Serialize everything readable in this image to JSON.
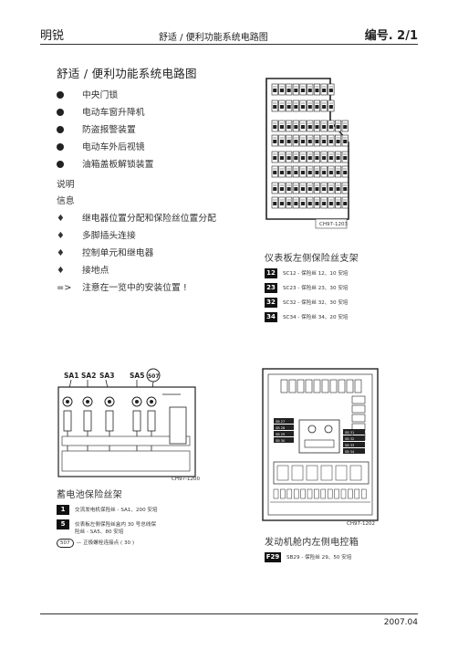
{
  "header": {
    "brand": "明锐",
    "section": "舒适 / 便利功能系统电路图",
    "number": "编号. 2/1"
  },
  "title": "舒适 / 便利功能系统电路图",
  "features": [
    "中央门锁",
    "电动车窗升降机",
    "防盗报警装置",
    "电动车外后视镜",
    "油箱盖板解锁装置"
  ],
  "notes_label": [
    "说明",
    "信息"
  ],
  "info_items": [
    "继电器位置分配和保险丝位置分配",
    "多脚插头连接",
    "控制单元和继电器",
    "接地点"
  ],
  "info_note_marker": "=>",
  "info_note": "注意在一览中的安装位置 !",
  "panel": {
    "code": "CH97-1203",
    "caption": "仪表板左侧保险丝支架",
    "legend": [
      {
        "num": "12",
        "text": "SC12 - 保险丝 12、10 安培"
      },
      {
        "num": "23",
        "text": "SC23 - 保险丝 23、30 安培"
      },
      {
        "num": "32",
        "text": "SC32 - 保险丝 32、30 安培"
      },
      {
        "num": "34",
        "text": "SC34 - 保险丝 34、20 安培"
      }
    ]
  },
  "battery": {
    "labels": [
      "SA1",
      "SA2",
      "SA3",
      "SA5",
      "507"
    ],
    "code": "CH97-1200",
    "caption": "蓄电池保险丝架",
    "legend": [
      {
        "num": "1",
        "text": "交流发电机保险丝 - SA1、200 安培"
      },
      {
        "num": "5",
        "text": "仪表板左侧保险丝盒内 30 号总线保",
        "text2": "险丝 - SA5、80 安培"
      }
    ],
    "ground_marker": "507",
    "ground_text": "正极螺栓连接点 ( 30 )"
  },
  "engine": {
    "code": "CH97-1202",
    "caption": "发动机舱内左侧电控箱",
    "legend": [
      {
        "num": "F29",
        "text": "SB29 - 保险丝 29、50 安培"
      }
    ],
    "slot_labels": [
      "SB 27",
      "SB 28",
      "SB 29",
      "SB 30",
      "SB 31",
      "SB 32",
      "SB 33",
      "SB 34"
    ]
  },
  "footer": {
    "date": "2007.04"
  }
}
